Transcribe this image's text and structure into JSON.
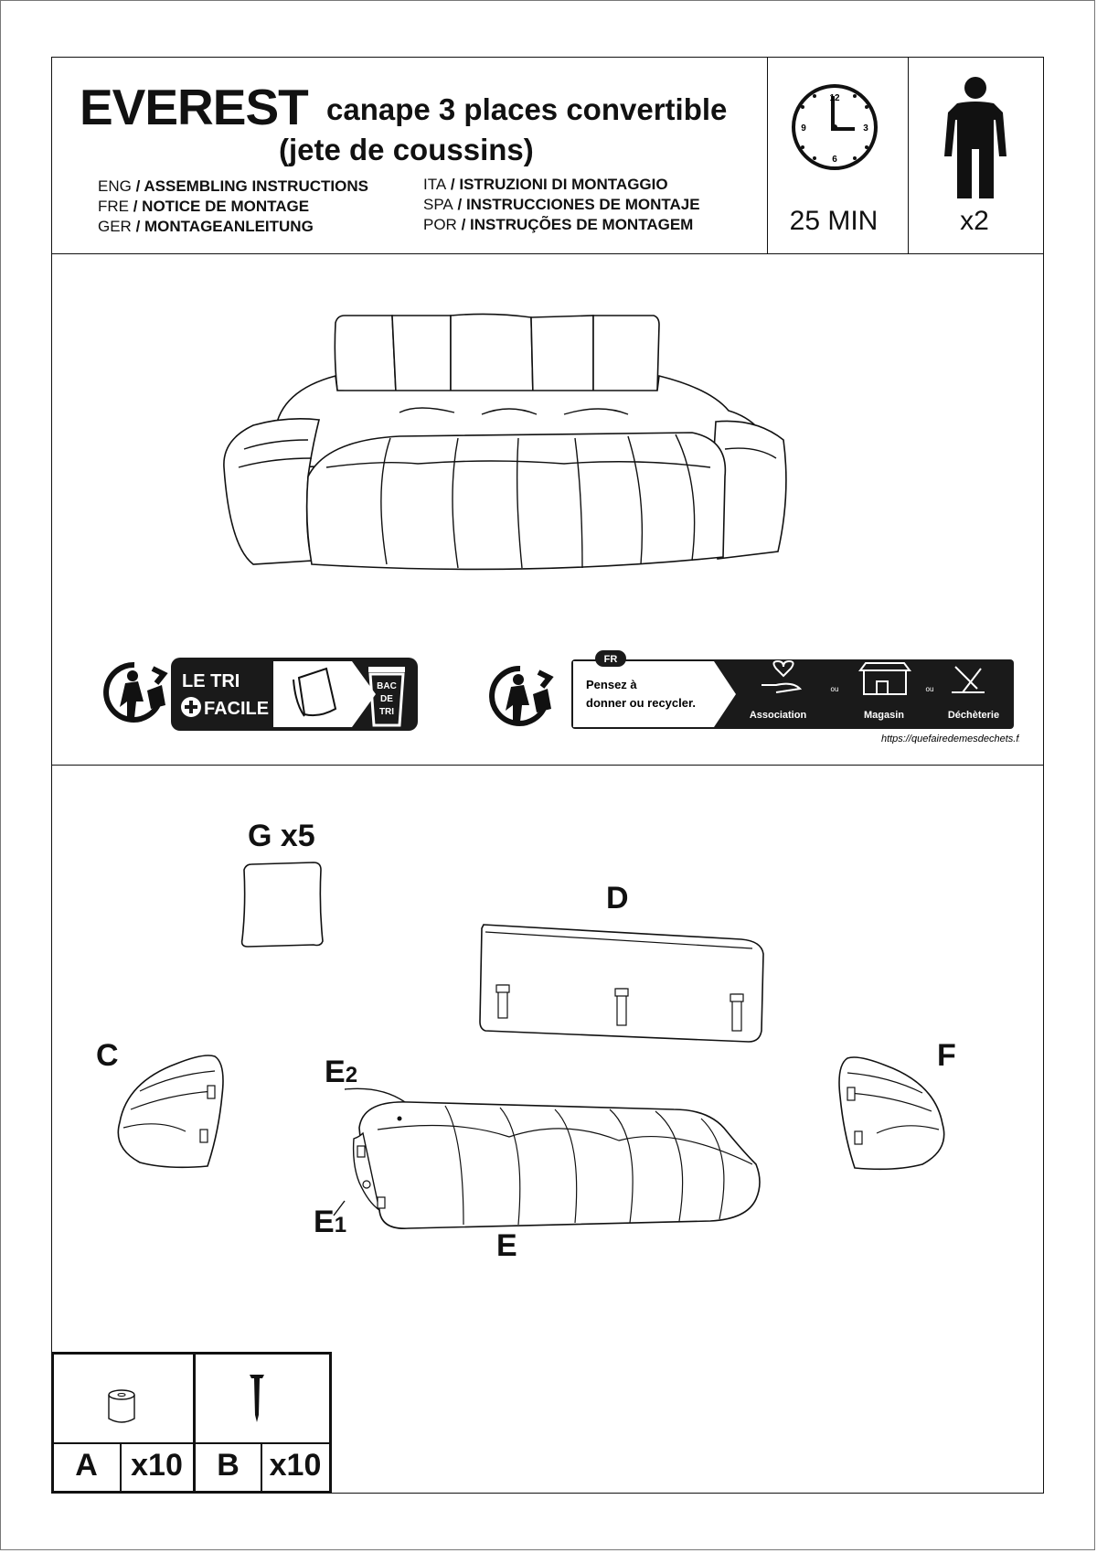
{
  "header": {
    "product_name": "EVEREST",
    "subtitle_line1": "canape 3 places convertible",
    "subtitle_line2": "(jete de coussins)",
    "languages": [
      {
        "code": "ENG",
        "text": "ASSEMBLING INSTRUCTIONS"
      },
      {
        "code": "FRE",
        "text": "NOTICE DE MONTAGE"
      },
      {
        "code": "GER",
        "text": "MONTAGEANLEITUNG"
      },
      {
        "code": "ITA",
        "text": "ISTRUZIONI DI MONTAGGIO"
      },
      {
        "code": "SPA",
        "text": "INSTRUCCIONES DE MONTAJE"
      },
      {
        "code": "POR",
        "text": "INSTRUÇÕES DE MONTAGEM"
      }
    ],
    "separator": " / ",
    "clock_numbers": [
      "12",
      "3",
      "6",
      "9"
    ],
    "assembly_time": "25 MIN",
    "people_count": "x2",
    "icons": [
      "clock-icon",
      "person-icon"
    ]
  },
  "recycling": {
    "left_label_line1": "LE TRI",
    "left_label_line2": "FACILE",
    "bin_label": [
      "BAC",
      "DE",
      "TRI"
    ],
    "fr_badge": "FR",
    "message_line1": "Pensez à",
    "message_line2": "donner ou recycler.",
    "or_word": "ou",
    "options": [
      "Association",
      "Magasin",
      "Déchèterie"
    ],
    "url": "https://quefairedemesdechets.fr",
    "dark_color": "#1a1a1a"
  },
  "parts": {
    "cushions_label": "G x5",
    "labels": {
      "D": "D",
      "C": "C",
      "F": "F",
      "E": "E",
      "E1_main": "E",
      "E1_sub": "1",
      "E2_main": "E",
      "E2_sub": "2"
    }
  },
  "hardware": [
    {
      "letter": "A",
      "qty": "x10",
      "icon": "spacer-icon"
    },
    {
      "letter": "B",
      "qty": "x10",
      "icon": "screw-icon"
    }
  ]
}
